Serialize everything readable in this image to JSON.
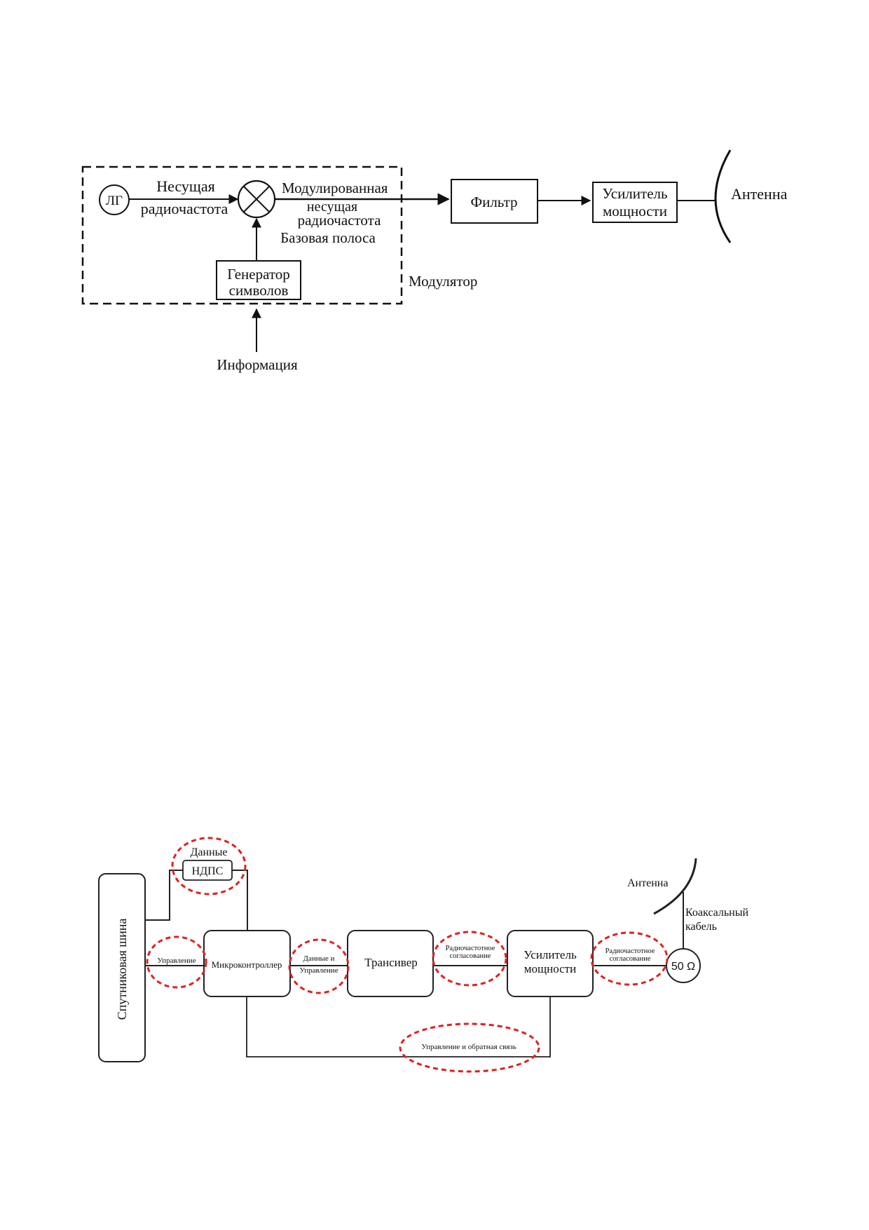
{
  "diagram1": {
    "local_oscillator": "ЛГ",
    "carrier_label_line1": "Несущая",
    "carrier_label_line2": "радиочастота",
    "modulated_line1": "Модулированная",
    "modulated_line2": "несущая",
    "modulated_line3": "радиочастота",
    "baseband": "Базовая полоса",
    "symbol_gen_line1": "Генератор",
    "symbol_gen_line2": "символов",
    "modulator": "Модулятор",
    "filter": "Фильтр",
    "amp_line1": "Усилитель",
    "amp_line2": "мощности",
    "antenna": "Антенна",
    "information": "Информация"
  },
  "diagram2": {
    "satellite_bus": "Спутниковая шина",
    "data": "Данные",
    "gnss": "НДПС",
    "control": "Управление",
    "microcontroller": "Микроконтроллер",
    "data_and_control_line1": "Данные и",
    "data_and_control_line2": "Управление",
    "transceiver": "Трансивер",
    "rf_match_line1": "Радиочастотное",
    "rf_match_line2": "согласование",
    "amp_line1": "Усилитель",
    "amp_line2": "мощности",
    "antenna": "Антенна",
    "coax_line1": "Коаксальный",
    "coax_line2": "кабель",
    "load": "50 Ω",
    "control_feedback": "Управление и обратная связь"
  },
  "colors": {
    "line": "#111111",
    "highlight": "#e02020"
  }
}
